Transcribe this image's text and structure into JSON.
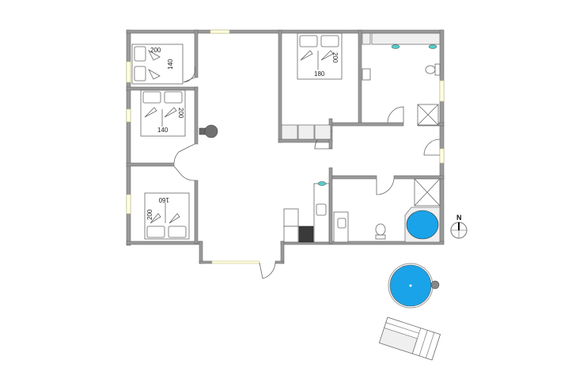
{
  "plan": {
    "type": "floor-plan",
    "beds": [
      {
        "room": "bedroom-1",
        "width_label": "140",
        "length_label": "200"
      },
      {
        "room": "bedroom-2",
        "width_label": "140",
        "length_label": "200"
      },
      {
        "room": "bedroom-3",
        "width_label": "160",
        "length_label": "200"
      },
      {
        "room": "bedroom-4",
        "width_label": "180",
        "length_label": "200"
      }
    ],
    "compass": {
      "label": "N"
    },
    "colors": {
      "wall": "#9a9a9a",
      "water": "#1aa3e8",
      "window": "#fffde0",
      "hob": "#3a3a3a",
      "stove": "#707070"
    }
  }
}
